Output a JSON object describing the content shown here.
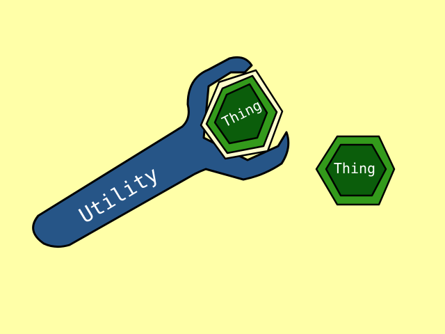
{
  "background_color": "#ffffa8",
  "wrench": {
    "label": "Utility",
    "fill_color": "#265587",
    "outline_color": "#000000",
    "icon": "wrench-icon"
  },
  "nuts": [
    {
      "label": "Thing",
      "outer_color": "#339a1b",
      "inner_color": "#0b5d0b",
      "halo_color": "#ffffcc",
      "icon": "hex-nut-icon",
      "held_by_wrench": true
    },
    {
      "label": "Thing",
      "outer_color": "#339a1b",
      "inner_color": "#0b5d0b",
      "icon": "hex-nut-icon",
      "held_by_wrench": false
    }
  ]
}
